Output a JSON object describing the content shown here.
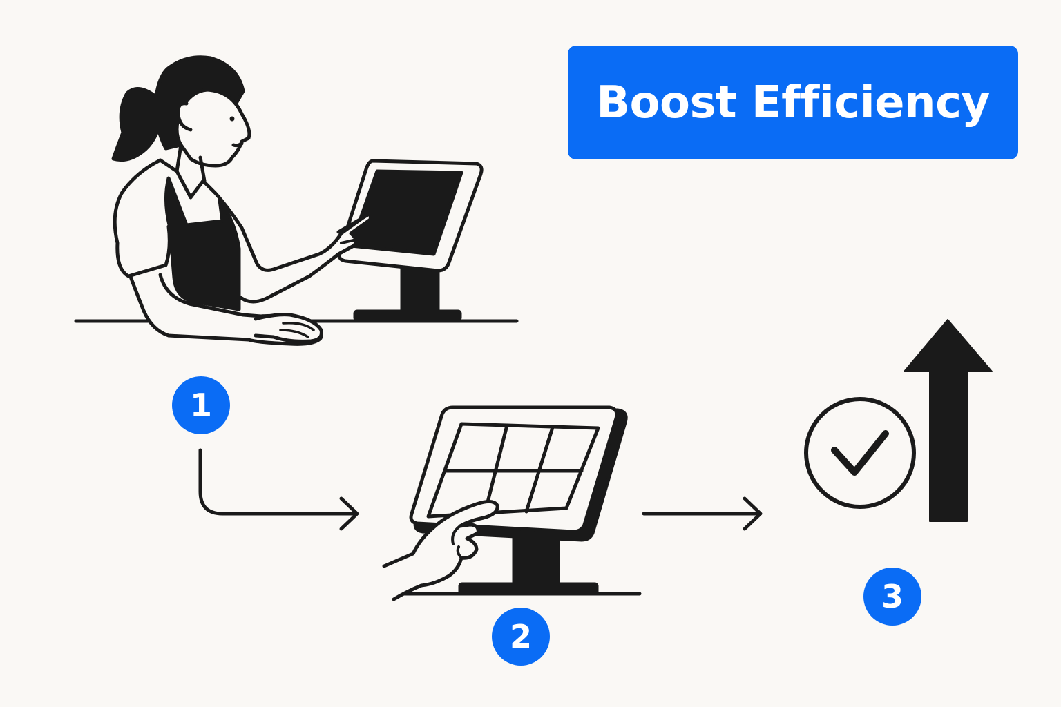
{
  "title": "Boost Efficiency",
  "steps": [
    {
      "number": "1"
    },
    {
      "number": "2"
    },
    {
      "number": "3"
    }
  ],
  "icons": {
    "step1": "cashier-at-terminal-icon",
    "step2": "touchscreen-tap-icon",
    "step3": "checkmark-circle-icon",
    "result": "arrow-up-icon"
  },
  "colors": {
    "accent": "#0a6cf5",
    "ink": "#1a1a1a",
    "background": "#faf8f5"
  }
}
